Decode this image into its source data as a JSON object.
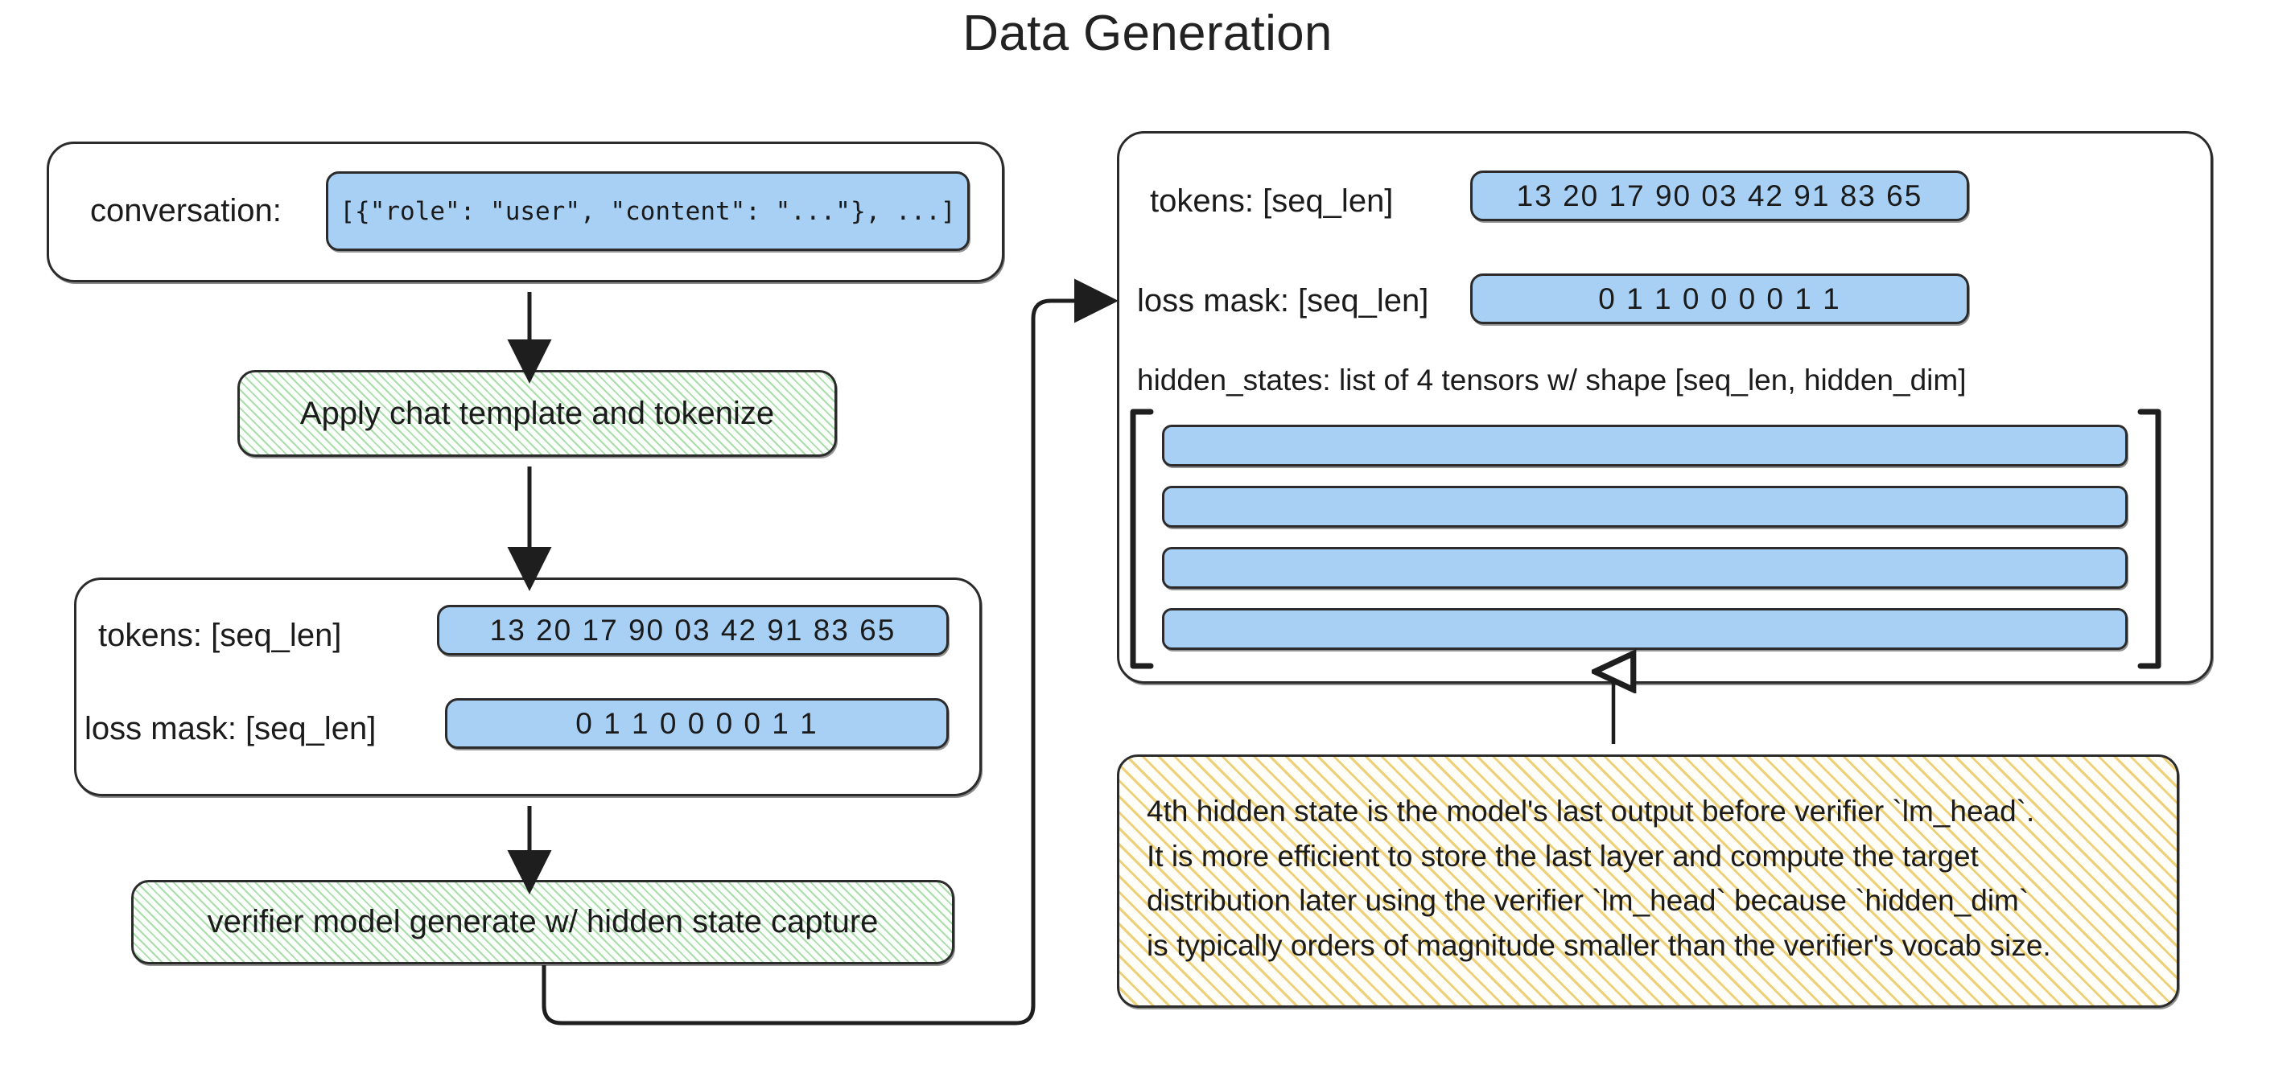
{
  "title": "Data Generation",
  "left": {
    "conversation_panel": {
      "label": "conversation:",
      "value": "[{\"role\": \"user\", \"content\": \"...\"}, ...]"
    },
    "step_tokenize": "Apply chat template and tokenize",
    "tokens_panel": {
      "tokens_label": "tokens: [seq_len]",
      "tokens_values": "13 20 17 90 03 42 91 83 65",
      "loss_mask_label": "loss mask: [seq_len]",
      "loss_mask_values": "0  1  1  0  0  0  0  1  1"
    },
    "step_generate": "verifier model generate w/ hidden state capture"
  },
  "right": {
    "tokens_label": "tokens: [seq_len]",
    "tokens_values": "13 20 17 90 03 42 91 83 65",
    "loss_mask_label": "loss mask: [seq_len]",
    "loss_mask_values": "0  1  1  0  0  0  0  1  1",
    "hidden_states_label": "hidden_states: list of 4 tensors w/ shape [seq_len, hidden_dim]",
    "hidden_state_bars": [
      "",
      "",
      "",
      ""
    ]
  },
  "note": {
    "lines": [
      "4th hidden state is the model's last output before verifier `lm_head`.",
      "It is more efficient to store the last layer and compute the target",
      "distribution later using the verifier `lm_head` because `hidden_dim`",
      "is typically orders of magnitude smaller than the verifier's vocab size."
    ]
  },
  "colors": {
    "chip_blue": "#a8d0f5",
    "process_green": "#78c878",
    "note_yellow": "#e8be46",
    "stroke": "#2b2b2b"
  }
}
